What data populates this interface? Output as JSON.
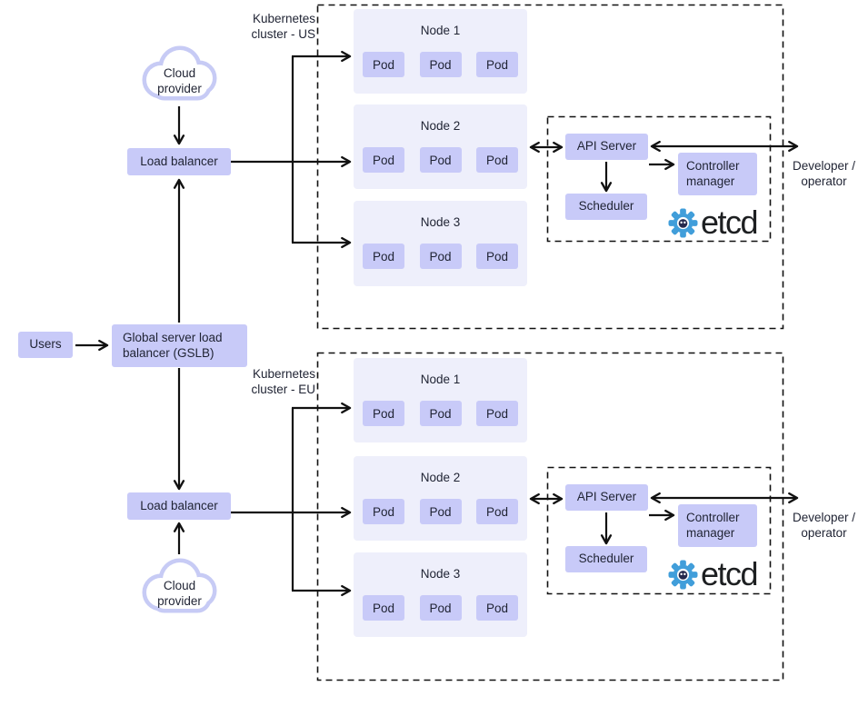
{
  "colors": {
    "box_fill": "#c8caf8",
    "node_fill": "#eeeffb",
    "text": "#1f2333",
    "arrow": "#111111",
    "cloud_stroke": "#c7cbf5",
    "etcd_blue": "#419eda",
    "etcd_text": "#1d1f21"
  },
  "users": {
    "label": "Users"
  },
  "gslb": {
    "label": "Global server load balancer (GSLB)"
  },
  "clusters": [
    {
      "name": "us",
      "label_lines": [
        "Kubernetes",
        "cluster - US"
      ],
      "cloud_lines": [
        "Cloud",
        "provider"
      ],
      "load_balancer": "Load balancer",
      "nodes": [
        {
          "title": "Node 1",
          "pods": [
            "Pod",
            "Pod",
            "Pod"
          ]
        },
        {
          "title": "Node 2",
          "pods": [
            "Pod",
            "Pod",
            "Pod"
          ]
        },
        {
          "title": "Node 3",
          "pods": [
            "Pod",
            "Pod",
            "Pod"
          ]
        }
      ],
      "control_plane": {
        "api_server": "API Server",
        "scheduler": "Scheduler",
        "controller_manager": "Controller manager",
        "etcd_wordmark": "etcd"
      },
      "developer_lines": [
        "Developer /",
        "operator"
      ]
    },
    {
      "name": "eu",
      "label_lines": [
        "Kubernetes",
        "cluster - EU"
      ],
      "cloud_lines": [
        "Cloud",
        "provider"
      ],
      "load_balancer": "Load balancer",
      "nodes": [
        {
          "title": "Node 1",
          "pods": [
            "Pod",
            "Pod",
            "Pod"
          ]
        },
        {
          "title": "Node 2",
          "pods": [
            "Pod",
            "Pod",
            "Pod"
          ]
        },
        {
          "title": "Node 3",
          "pods": [
            "Pod",
            "Pod",
            "Pod"
          ]
        }
      ],
      "control_plane": {
        "api_server": "API Server",
        "scheduler": "Scheduler",
        "controller_manager": "Controller manager",
        "etcd_wordmark": "etcd"
      },
      "developer_lines": [
        "Developer /",
        "operator"
      ]
    }
  ]
}
